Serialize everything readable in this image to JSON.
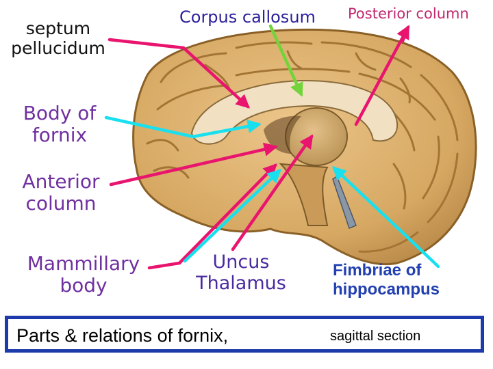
{
  "labels": {
    "septum_pellucidum": "septum\npellucidum",
    "corpus_callosum": "Corpus callosum",
    "posterior_column": "Posterior column",
    "body_of_fornix": "Body of\nfornix",
    "anterior_column": "Anterior\ncolumn",
    "mammillary_body": "Mammillary\nbody",
    "uncus_thalamus": "Uncus\nThalamus",
    "fimbriae_of_hippocampus": "Fimbriae of\nhippocampus"
  },
  "caption": {
    "main": "Parts & relations of fornix,",
    "sub": "sagittal section"
  },
  "colors": {
    "arrow_pink": "#e8146e",
    "arrow_cyan": "#19e0ef",
    "arrow_green": "#72d43a",
    "border_blue": "#1c3aa9",
    "brain_fill": "#d9ad6c",
    "brain_gyri": "#a37535"
  },
  "icons": [
    "brain-sagittal-section-illustration"
  ]
}
